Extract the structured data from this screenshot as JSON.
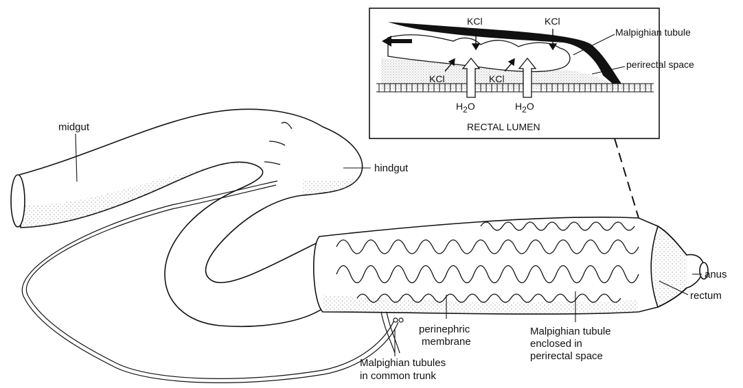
{
  "labels": {
    "midgut": "midgut",
    "hindgut": "hindgut",
    "anus": "anus",
    "rectum": "rectum",
    "perinephric_line1": "perinephric",
    "perinephric_line2": "membrane",
    "mt_enclosed_line1": "Malpighian tubule",
    "mt_enclosed_line2": "enclosed in",
    "mt_enclosed_line3": "perirectal space",
    "mt_trunk_line1": "Malpighian tubules",
    "mt_trunk_line2": "in common trunk"
  },
  "inset": {
    "kcl_top_left": "KCl",
    "kcl_top_right": "KCl",
    "kcl_bottom_left": "KCl",
    "kcl_bottom_mid": "KCl",
    "malpighian_tubule": "Malpighian tubule",
    "perirectal_space": "perirectal space",
    "water_left": "H",
    "water_left_sub": "2",
    "water_left_o": "O",
    "water_right": "H",
    "water_right_sub": "2",
    "water_right_o": "O",
    "rectal_lumen": "RECTAL LUMEN"
  }
}
